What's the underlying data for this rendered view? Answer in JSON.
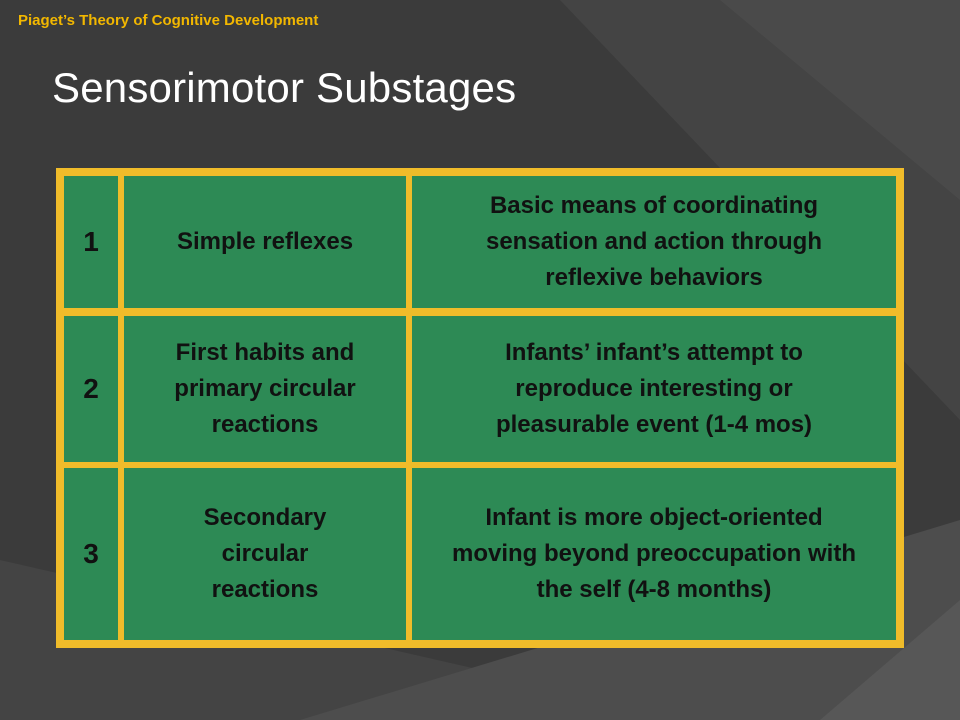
{
  "slide": {
    "header": "Piaget’s Theory of Cognitive Development",
    "title": "Sensorimotor Substages"
  },
  "table": {
    "rows": [
      {
        "number": "1",
        "name": "Simple reflexes",
        "description": "Basic means of coordinating sensation and action through reflexive behaviors"
      },
      {
        "number": "2",
        "name": "First habits and primary circular reactions",
        "description": "Infants’ infant’s attempt to reproduce interesting or pleasurable event (1-4 mos)"
      },
      {
        "number": "3",
        "name": "Secondary circular reactions",
        "description": "Infant is more object-oriented moving beyond preoccupation with the self (4-8 months)"
      }
    ]
  },
  "colors": {
    "background": "#3a3a3a",
    "accent": "#f2b700",
    "table_border": "#f0bc2a",
    "cell_fill": "#2d8a55",
    "cell_text": "#111111",
    "title": "#ffffff"
  }
}
